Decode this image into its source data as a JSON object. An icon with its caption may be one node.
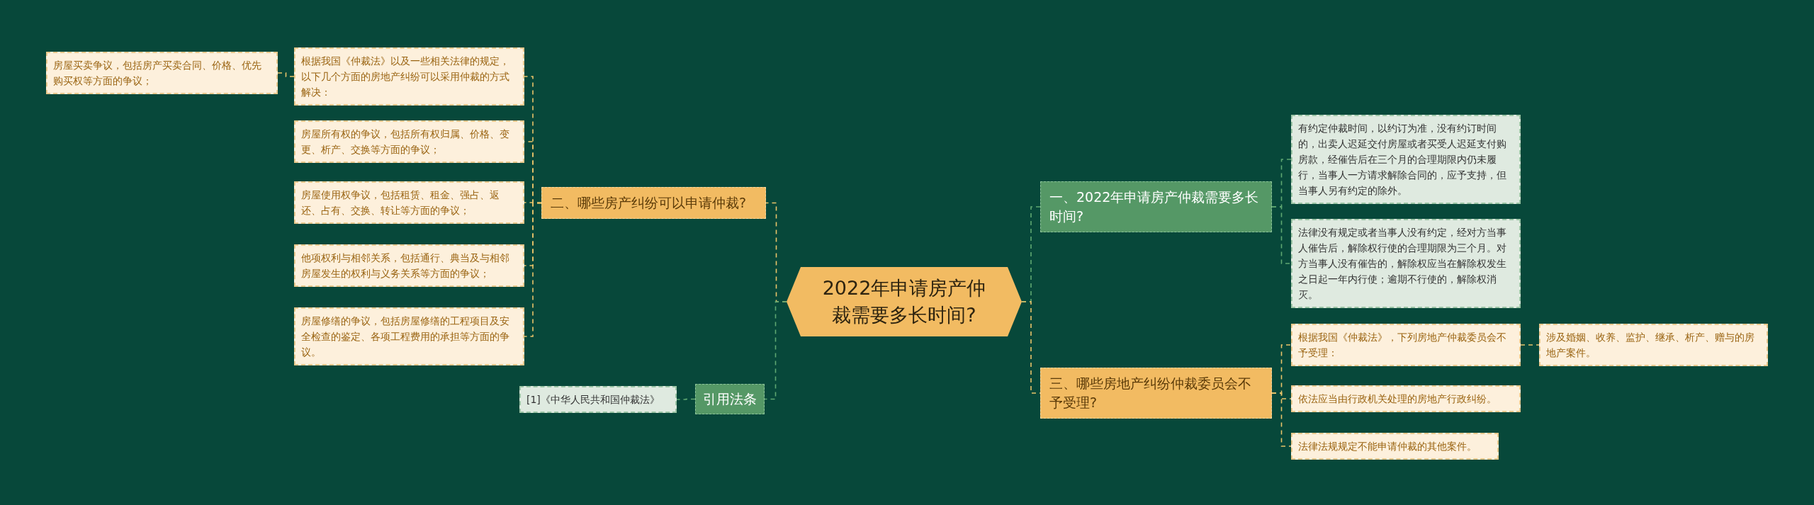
{
  "diagram": {
    "nodes": [
      {
        "text": [
          "2022年申请房产仲裁需要多长时间?"
        ]
      },
      {
        "text": [
          "二、哪些房产纠纷可以申请仲裁?"
        ]
      },
      {
        "text": [
          "根据我国《仲裁法》以及一些相关法律的规定，以下几个方面的房地产纠纷可以采用仲裁的方式解决："
        ]
      },
      {
        "text": [
          "房屋买卖争议，包括房产买卖合同、价格、优先购买权等方面的争议；"
        ]
      },
      {
        "text": [
          "房屋所有权的争议，包括所有权归属、价格、变更、析产、交换等方面的争议；"
        ]
      },
      {
        "text": [
          "房屋使用权争议，包括租赁、租金、强占、返还、占有、交换、转让等方面的争议；"
        ]
      },
      {
        "text": [
          "他项权利与相邻关系，包括通行、典当及与相邻房屋发生的权利与义务关系等方面的争议；"
        ]
      },
      {
        "text": [
          "房屋修缮的争议，包括房屋修缮的工程项目及安全检查的鉴定、各项工程费用的承担等方面的争议。"
        ]
      },
      {
        "text": [
          "引用法条"
        ]
      },
      {
        "text": [
          "[1]《中华人民共和国仲裁法》"
        ]
      },
      {
        "text": [
          "一、2022年申请房产仲裁需要多长时间?"
        ]
      },
      {
        "text": [
          "有约定仲裁时间，以约订为准，没有约订时间的，出卖人迟延交付房屋或者买受人迟延支付购房款，经催告后在三个月的合理期限内仍未履行，当事人一方请求解除合同的，应予支持，但当事人另有约定的除外。"
        ]
      },
      {
        "text": [
          "法律没有规定或者当事人没有约定，经对方当事人催告后，解除权行使的合理期限为三个月。对方当事人没有催告的，解除权应当在解除权发生之日起一年内行使；逾期不行使的，解除权消灭。"
        ]
      },
      {
        "text": [
          "三、哪些房地产纠纷仲裁委员会不予受理?"
        ]
      },
      {
        "text": [
          "根据我国《仲裁法》，下列房地产仲裁委员会不予受理："
        ]
      },
      {
        "text": [
          "涉及婚姻、收养、监护、继承、析产、赠与的房地产案件。"
        ]
      },
      {
        "text": [
          "依法应当由行政机关处理的房地产行政纠纷。"
        ]
      },
      {
        "text": [
          "法律法规规定不能申请仲裁的其他案件。"
        ]
      }
    ],
    "edges": [
      {
        "from": 0,
        "to": 1,
        "arrow": "none"
      },
      {
        "from": 1,
        "to": 2,
        "arrow": "none"
      },
      {
        "from": 2,
        "to": 3,
        "arrow": "none"
      },
      {
        "from": 1,
        "to": 4,
        "arrow": "none"
      },
      {
        "from": 1,
        "to": 5,
        "arrow": "none"
      },
      {
        "from": 1,
        "to": 6,
        "arrow": "none"
      },
      {
        "from": 1,
        "to": 7,
        "arrow": "none"
      },
      {
        "from": 0,
        "to": 8,
        "arrow": "none",
        "color": "#5fa872"
      },
      {
        "from": 8,
        "to": 9,
        "arrow": "none",
        "color": "#5fa872"
      },
      {
        "from": 0,
        "to": 10,
        "arrow": "none",
        "color": "#5fa872"
      },
      {
        "from": 10,
        "to": 11,
        "arrow": "none",
        "color": "#5fa872"
      },
      {
        "from": 10,
        "to": 12,
        "arrow": "none",
        "color": "#5fa872"
      },
      {
        "from": 0,
        "to": 13,
        "arrow": "none"
      },
      {
        "from": 13,
        "to": 14,
        "arrow": "none"
      },
      {
        "from": 14,
        "to": 15,
        "arrow": "none"
      },
      {
        "from": 13,
        "to": 16,
        "arrow": "none"
      },
      {
        "from": 13,
        "to": 17,
        "arrow": "none"
      }
    ]
  }
}
